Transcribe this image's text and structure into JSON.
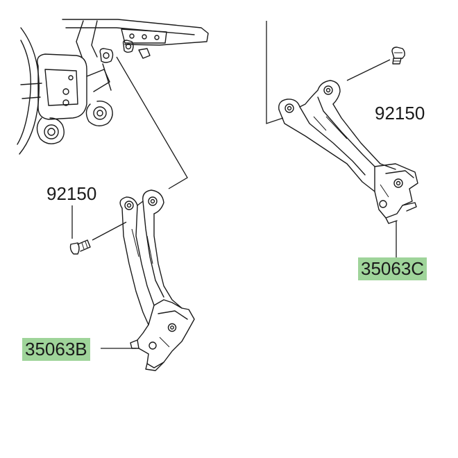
{
  "labels": {
    "bolt_right": "92150",
    "bolt_left": "92150",
    "bracket_right": "35063C",
    "bracket_left": "35063B"
  },
  "colors": {
    "highlight": "#9fd49a",
    "line": "#1a1a1a",
    "background": "#ffffff"
  }
}
